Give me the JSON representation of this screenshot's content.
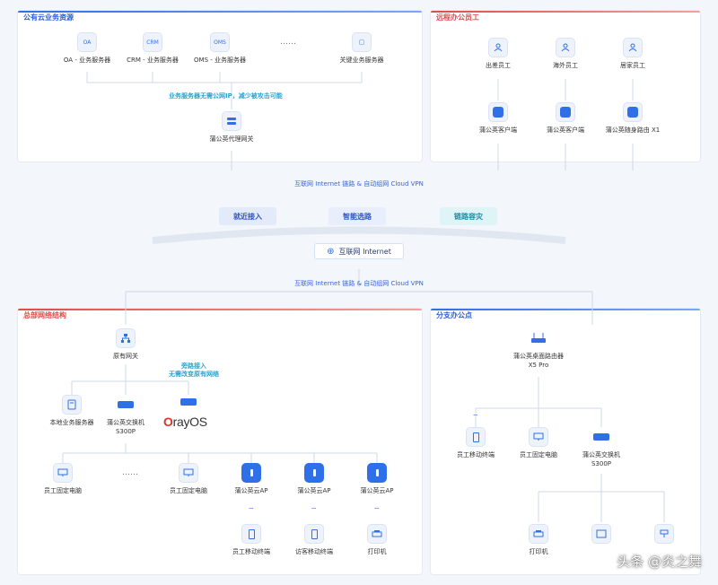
{
  "panels": {
    "cloud": {
      "title": "公有云业务资源"
    },
    "remote": {
      "title": "远程办公员工"
    },
    "hq": {
      "title": "总部网络结构"
    },
    "branch": {
      "title": "分支办公点"
    }
  },
  "cloud_nodes": [
    {
      "label": "OA - 业务服务器",
      "badge": "OA"
    },
    {
      "label": "CRM - 业务服务器",
      "badge": "CRM"
    },
    {
      "label": "OMS - 业务服务器",
      "badge": "OMS"
    },
    {
      "label": "关键业务服务器",
      "badge": "▢"
    }
  ],
  "cloud_dots": "……",
  "cloud_note": "业务服务器无需公网IP，减少被攻击可能",
  "cloud_gateway": "蒲公英代理网关",
  "remote_nodes": [
    {
      "label": "出差员工"
    },
    {
      "label": "海外员工"
    },
    {
      "label": "居家员工"
    },
    {
      "label": "蒲公英客户端"
    },
    {
      "label": "蒲公英客户端"
    },
    {
      "label": "蒲公英随身路由 X1"
    }
  ],
  "link_text_top": "互联网 Internet 链路 & 自动组网 Cloud VPN",
  "link_text_bottom": "互联网 Internet 链路 & 自动组网 Cloud VPN",
  "pills": [
    "就近接入",
    "智能选路",
    "链路容灾"
  ],
  "internet_label": "互联网 Internet",
  "hq": {
    "gateway": "原有网关",
    "note_line1": "旁路接入",
    "note_line2": "无需改变原有网络",
    "local_server": "本地业务服务器",
    "switch": "蒲公英交换机",
    "switch_model": "S300P",
    "orayos_o": "O",
    "orayos_rest": "rayOS",
    "dots": "……",
    "pc1": "员工固定电脑",
    "pc2": "员工固定电脑",
    "ap1": "蒲公英云AP",
    "ap2": "蒲公英云AP",
    "ap3": "蒲公英云AP",
    "mobile1": "员工移动终端",
    "mobile2": "访客移动终端",
    "printer": "打印机"
  },
  "branch": {
    "router": "蒲公英桌面路由器",
    "router_model": "X5 Pro",
    "mobile": "员工移动终端",
    "pc": "员工固定电脑",
    "switch": "蒲公英交换机",
    "switch_model": "S300P",
    "printer": "打印机"
  },
  "watermark": "头条 @炎之舞"
}
